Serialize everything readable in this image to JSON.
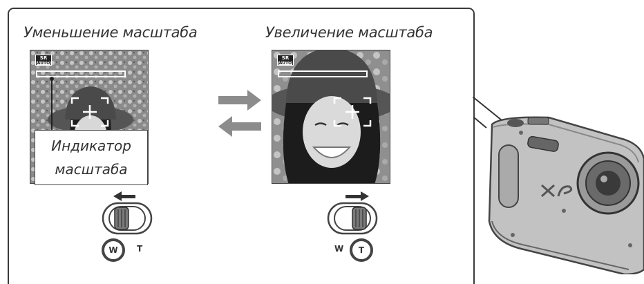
{
  "left_panel": {
    "caption": "Уменьшение масштаба",
    "sr_top": "SR",
    "sr_bottom": "AUTO",
    "indicator_label_line1": "Индикатор",
    "indicator_label_line2": "масштаба",
    "zoom_level": 0.0,
    "switch_w": "W",
    "switch_t": "T"
  },
  "right_panel": {
    "caption": "Увеличение масштаба",
    "sr_top": "SR",
    "sr_bottom": "AUTO",
    "zoom_level": 1.0,
    "switch_w": "W",
    "switch_t": "T"
  },
  "icons": {
    "arrow_right": "arrow-right-icon",
    "arrow_left": "arrow-left-icon",
    "camera": "camera-illustration",
    "zoom_switch": "zoom-switch-icon"
  },
  "colors": {
    "frame": "#3a3a3a",
    "arrow": "#8c8c8c",
    "photo_dark": "#2e2e2e"
  }
}
